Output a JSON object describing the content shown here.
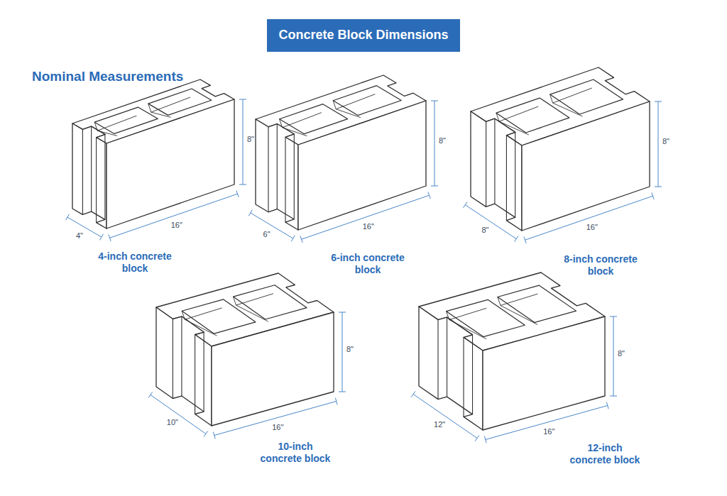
{
  "diagram": {
    "title": "Concrete Block Dimensions",
    "labels": [
      "Nominal Measurements",
      "8\"",
      "16\"",
      "4\"",
      "4-inch concrete block",
      "8\"",
      "16\"",
      "6\"",
      "6-inch concrete block",
      "8\"",
      "16\"",
      "8\"",
      "8-inch concrete block",
      "8\"",
      "16\"",
      "10\"",
      "10-inch concrete block",
      "8\"",
      "16\"",
      "12\"",
      "12-inch concrete block"
    ]
  }
}
